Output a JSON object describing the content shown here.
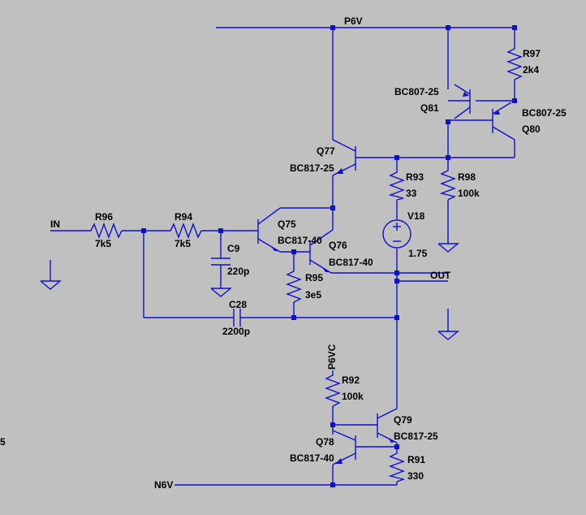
{
  "nets": {
    "p6v": "P6V",
    "n6v": "N6V",
    "in": "IN",
    "out": "OUT",
    "p6vc": "P6VC",
    "stray": "5"
  },
  "components": {
    "R97": {
      "name": "R97",
      "value": "2k4"
    },
    "R98": {
      "name": "R98",
      "value": "100k"
    },
    "R93": {
      "name": "R93",
      "value": "33"
    },
    "R96": {
      "name": "R96",
      "value": "7k5"
    },
    "R94": {
      "name": "R94",
      "value": "7k5"
    },
    "R95": {
      "name": "R95",
      "value": "3e5"
    },
    "R92": {
      "name": "R92",
      "value": "100k"
    },
    "R91": {
      "name": "R91",
      "value": "330"
    },
    "C9": {
      "name": "C9",
      "value": "220p"
    },
    "C28": {
      "name": "C28",
      "value": "2200p"
    },
    "V18": {
      "name": "V18",
      "value": "1.75"
    },
    "Q81": {
      "name": "Q81",
      "model": "BC807-25"
    },
    "Q80": {
      "name": "Q80",
      "model": "BC807-25"
    },
    "Q77": {
      "name": "Q77",
      "model": "BC817-25"
    },
    "Q75": {
      "name": "Q75",
      "model": "BC817-40"
    },
    "Q76": {
      "name": "Q76",
      "model": "BC817-40"
    },
    "Q79": {
      "name": "Q79",
      "model": "BC817-25"
    },
    "Q78": {
      "name": "Q78",
      "model": "BC817-40"
    }
  }
}
